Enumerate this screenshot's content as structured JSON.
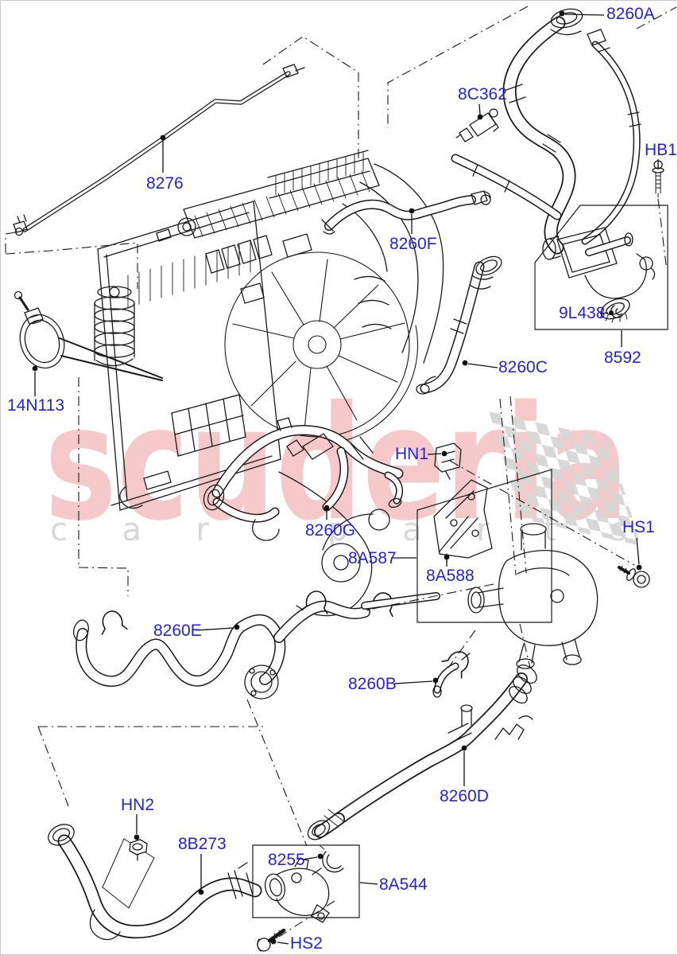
{
  "diagram": {
    "type": "exploded-parts-diagram",
    "subject": "engine cooling system hoses and pipes",
    "watermark": {
      "brand": "scuderia",
      "tagline": "car parts",
      "brand_color": "#f5c9c9",
      "tagline_color": "#d8d8d8",
      "checker_color": "#d6d6d6"
    },
    "colors": {
      "label": "#2323dd",
      "line_art": "#1a1a1a",
      "background": "#ffffff"
    }
  },
  "labels": [
    {
      "id": "8260A",
      "text": "8260A"
    },
    {
      "id": "8C362",
      "text": "8C362"
    },
    {
      "id": "HB1",
      "text": "HB1"
    },
    {
      "id": "8276",
      "text": "8276"
    },
    {
      "id": "8260F",
      "text": "8260F"
    },
    {
      "id": "9L438",
      "text": "9L438"
    },
    {
      "id": "8592",
      "text": "8592"
    },
    {
      "id": "8260C",
      "text": "8260C"
    },
    {
      "id": "14N113",
      "text": "14N113"
    },
    {
      "id": "HN1",
      "text": "HN1"
    },
    {
      "id": "8260G",
      "text": "8260G"
    },
    {
      "id": "8A587",
      "text": "8A587"
    },
    {
      "id": "8A588",
      "text": "8A588"
    },
    {
      "id": "HS1",
      "text": "HS1"
    },
    {
      "id": "8260E",
      "text": "8260E"
    },
    {
      "id": "8260B",
      "text": "8260B"
    },
    {
      "id": "8260D",
      "text": "8260D"
    },
    {
      "id": "HN2",
      "text": "HN2"
    },
    {
      "id": "8B273",
      "text": "8B273"
    },
    {
      "id": "8255",
      "text": "8255"
    },
    {
      "id": "8A544",
      "text": "8A544"
    },
    {
      "id": "HS2",
      "text": "HS2"
    }
  ]
}
